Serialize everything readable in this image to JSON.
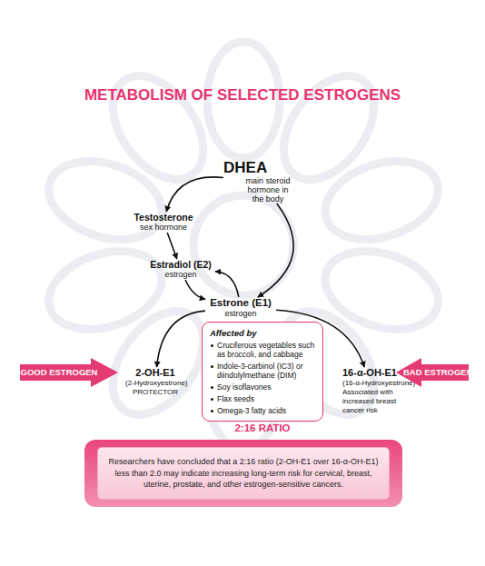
{
  "diagram": {
    "title": "METABOLISM OF SELECTED ESTROGENS",
    "nodes": [
      {
        "text": [
          "DHEA",
          "main steroid hormone in the body"
        ]
      },
      {
        "text": [
          "Testosterone",
          "sex hormone"
        ]
      },
      {
        "text": [
          "Estradiol (E2)",
          "estrogen"
        ]
      },
      {
        "text": [
          "Estrone (E1)",
          "estrogen"
        ]
      },
      {
        "text": [
          "Affected by",
          "Cruciferous vegetables such as broccoli, and cabbage",
          "Indole-3-carbinol (IC3) or diindolylmethane (DIM)",
          "Soy isoflavones",
          "Flax seeds",
          "Omega-3 fatty acids"
        ]
      },
      {
        "text": [
          "2-OH-E1",
          "(2-Hydroxyestrone)",
          "PROTECTOR"
        ]
      },
      {
        "text": [
          "16-α-OH-E1",
          "(16-α-Hydroxyestrone)",
          "Associated with increased breast cancer risk"
        ]
      },
      {
        "text": [
          "GOOD ESTROGEN"
        ]
      },
      {
        "text": [
          "BAD ESTROGEN"
        ]
      },
      {
        "text": [
          "Researchers have concluded that a 2:16 ratio (2-OH-E1 over 16-α-OH-E1) less than 2.0 may indicate increasing long-term risk for cervical, breast, uterine, prostate, and other estrogen-sensitive cancers."
        ]
      }
    ],
    "edges": [
      {
        "from": 0,
        "to": 1,
        "arrow": "to"
      },
      {
        "from": 0,
        "to": 3,
        "arrow": "to"
      },
      {
        "from": 1,
        "to": 2,
        "arrow": "to"
      },
      {
        "from": 2,
        "to": 3,
        "arrow": "to"
      },
      {
        "from": 3,
        "to": 2,
        "arrow": "to"
      },
      {
        "from": 3,
        "to": 5,
        "arrow": "to"
      },
      {
        "from": 3,
        "to": 6,
        "arrow": "to"
      }
    ],
    "labels": [
      "2:16 RATIO"
    ]
  }
}
